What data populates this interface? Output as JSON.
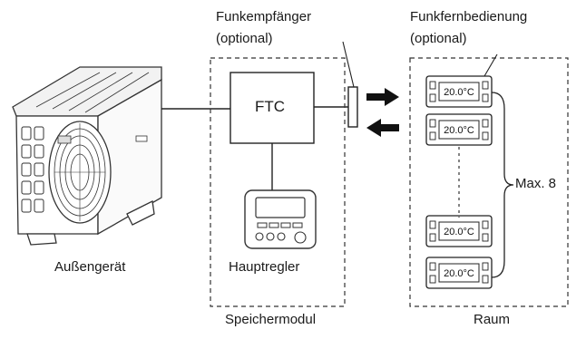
{
  "labels": {
    "funkempfaenger": "Funkempfänger",
    "funkempfaenger_opt": "(optional)",
    "funkfernbedienung": "Funkfernbedienung",
    "funkfernbedienung_opt": "(optional)",
    "ftc": "FTC",
    "max": "Max. 8",
    "aussengeraet": "Außengerät",
    "hauptregler": "Hauptregler",
    "speichermodul": "Speichermodul",
    "raum": "Raum"
  },
  "remotes": [
    {
      "temperature": "20.0°C"
    },
    {
      "temperature": "20.0°C"
    },
    {
      "temperature": "20.0°C"
    },
    {
      "temperature": "20.0°C"
    }
  ]
}
